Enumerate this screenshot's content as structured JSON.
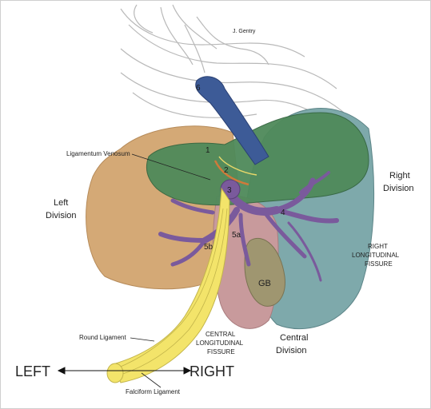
{
  "signature": "J. Gentry",
  "labels": {
    "ligamentum_venosum": "Ligamentum Venosum",
    "left_division_1": "Left",
    "left_division_2": "Division",
    "right_division_1": "Right",
    "right_division_2": "Division",
    "right_fissure_1": "RIGHT",
    "right_fissure_2": "LONGITUDINAL",
    "right_fissure_3": "FISSURE",
    "central_fissure_1": "CENTRAL",
    "central_fissure_2": "LONGITUDINAL",
    "central_fissure_3": "FISSURE",
    "central_division_1": "Central",
    "central_division_2": "Division",
    "round_ligament": "Round Ligament",
    "falciform_ligament": "Falciform Ligament",
    "gb": "GB",
    "left_arrow": "LEFT",
    "right_arrow": "RIGHT"
  },
  "numbers": {
    "n1": "1",
    "n2": "2",
    "n3": "3",
    "n4": "4",
    "n5a": "5a",
    "n5b": "5b",
    "n6": "6"
  },
  "colors": {
    "left_lobe": "#d4a976",
    "green_lobe": "#4f8a5a",
    "right_lobe": "#7ea9ab",
    "central_lobe": "#c89a9c",
    "portal_vein": "#7a5a9c",
    "vena_cava": "#3d5b97",
    "round_ligament": "#f3e46a",
    "gallbladder": "#9f9670"
  }
}
